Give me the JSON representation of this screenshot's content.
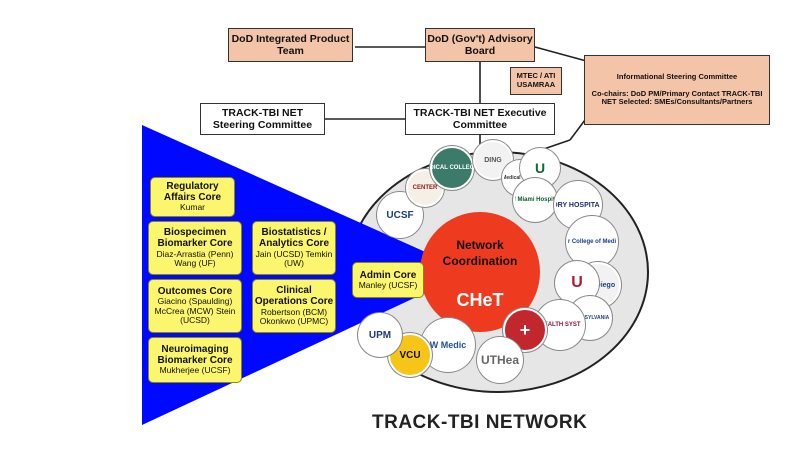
{
  "top": {
    "dod_integrated": "DoD Integrated Product Team",
    "dod_advisory": "DoD (Gov't) Advisory Board",
    "mtec": "MTEC / ATI USAMRAA",
    "info_title": "Informational Steering Committee",
    "info_body": "Co-chairs: DoD PM/Primary Contact TRACK-TBI NET Selected: SMEs/Consultants/Partners",
    "steering": "TRACK-TBI NET Steering Committee",
    "executive": "TRACK-TBI NET Executive Committee"
  },
  "cores": [
    {
      "title": "Regulatory Affairs Core",
      "people": "Kumar"
    },
    {
      "title": "Biospecimen Biomarker Core",
      "people": "Diaz-Arrastia (Penn) Wang (UF)"
    },
    {
      "title": "Outcomes Core",
      "people": "Giacino (Spaulding) McCrea (MCW) Stein (UCSD)"
    },
    {
      "title": "Neuroimaging Biomarker Core",
      "people": "Mukherjee (UCSF)"
    },
    {
      "title": "Biostatistics / Analytics Core",
      "people": "Jain (UCSD) Temkin (UW)"
    },
    {
      "title": "Clinical Operations Core",
      "people": "Robertson (BCM) Okonkwo (UPMC)"
    },
    {
      "title": "Admin Core",
      "people": "Manley (UCSF)"
    }
  ],
  "center": {
    "line1": "Network",
    "line2": "Coordination",
    "acronym": "CHeT"
  },
  "logos": [
    {
      "text": "UCSF",
      "fg": "#1a3d7c",
      "bg": "#ffffff",
      "size": 10
    },
    {
      "text": "CENTER",
      "fg": "#8b1a1a",
      "bg": "#f6efe6",
      "size": 6
    },
    {
      "text": "EDICAL COLLEGE",
      "fg": "#ffffff",
      "bg": "#3c7a6a",
      "size": 6
    },
    {
      "text": "DING",
      "fg": "#555555",
      "bg": "#f2f2f2",
      "size": 7
    },
    {
      "text": "Medical Center",
      "fg": "#333333",
      "bg": "#ffffff",
      "size": 5
    },
    {
      "text": "U",
      "fg": "#0b6b3a",
      "bg": "#ffffff",
      "size": 14
    },
    {
      "text": "of Miami Hospital",
      "fg": "#0b5a2a",
      "bg": "#ffffff",
      "size": 6
    },
    {
      "text": "ORY HOSPITAL",
      "fg": "#1d2f6b",
      "bg": "#ffffff",
      "size": 7
    },
    {
      "text": "aylor College of Medicine",
      "fg": "#1d3f8a",
      "bg": "#ffffff",
      "size": 6
    },
    {
      "text": "San Diego",
      "fg": "#1d3f8a",
      "bg": "#f2f2f2",
      "size": 7
    },
    {
      "text": "U",
      "fg": "#b01c2e",
      "bg": "#ffffff",
      "size": 16
    },
    {
      "text": "PENNSYLVANIA",
      "fg": "#1d3f8a",
      "bg": "#ffffff",
      "size": 5
    },
    {
      "text": "HEALTH SYST",
      "fg": "#8a1538",
      "bg": "#ffffff",
      "size": 6
    },
    {
      "text": "+",
      "fg": "#ffffff",
      "bg": "#c1272d",
      "size": 18
    },
    {
      "text": "UTHea",
      "fg": "#666666",
      "bg": "#ffffff",
      "size": 12
    },
    {
      "text": "W Medic",
      "fg": "#1f4e9a",
      "bg": "#ffffff",
      "size": 9
    },
    {
      "text": "VCU",
      "fg": "#111111",
      "bg": "#f7c418",
      "size": 10
    },
    {
      "text": "UPM",
      "fg": "#1f3a7a",
      "bg": "#ffffff",
      "size": 10
    }
  ],
  "network_title": "TRACK-TBI NETWORK",
  "colors": {
    "tan": "#f3c4a8",
    "core_yellow": "#fbf66e",
    "triangle_blue": "#0008ff",
    "center_red": "#ee3b1f",
    "ellipse_gray": "#e6e6e6"
  }
}
